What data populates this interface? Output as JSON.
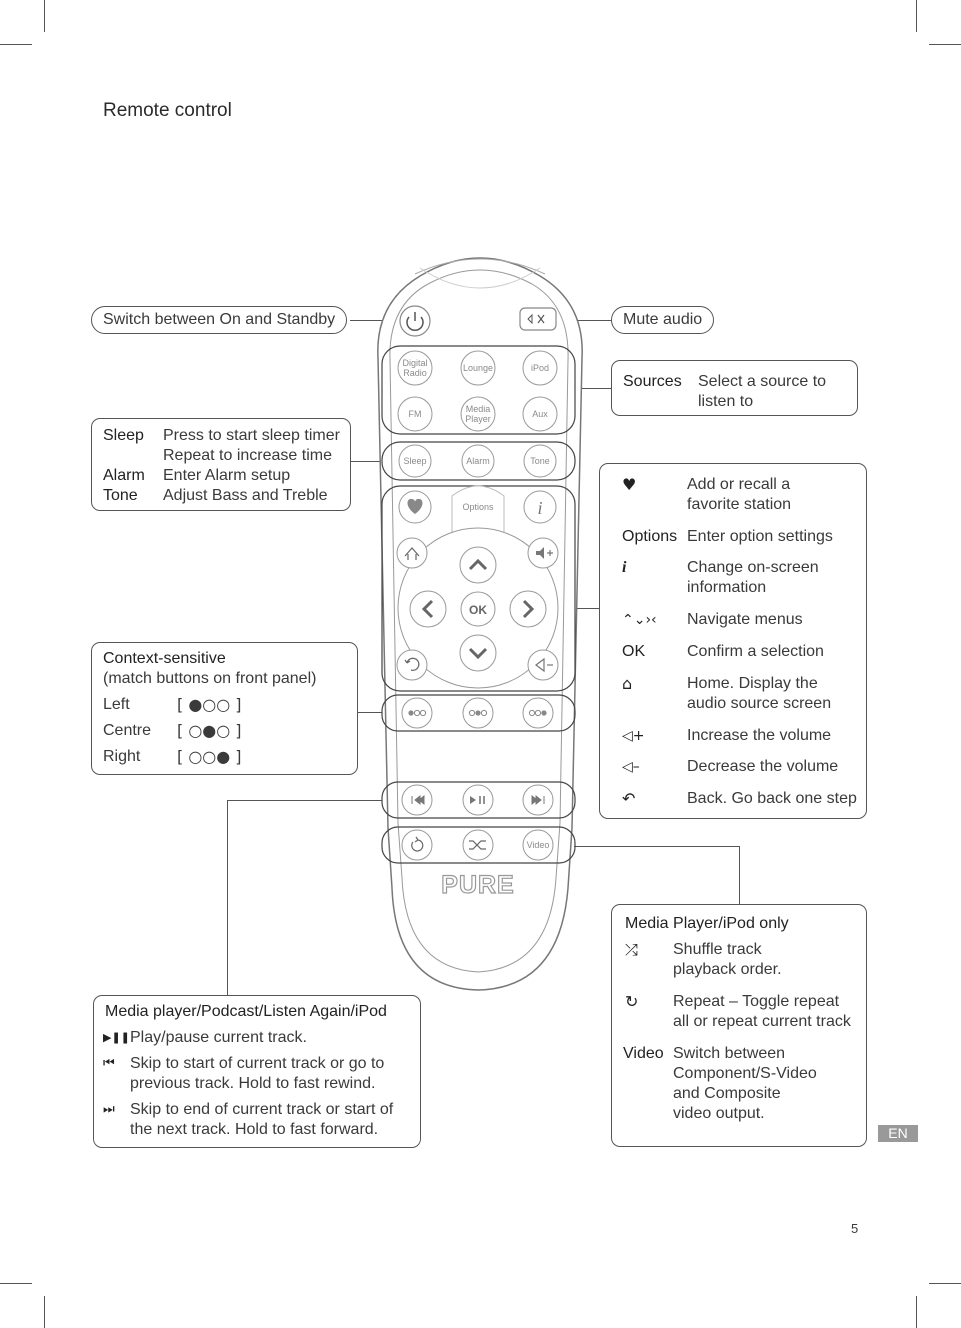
{
  "page": {
    "title": "Remote control",
    "page_number": "5",
    "language_tab": "EN"
  },
  "callouts": {
    "power": "Switch between On and Standby",
    "mute": "Mute audio",
    "sources": {
      "key": "Sources",
      "desc_1": "Select a source to",
      "desc_2": "listen to"
    },
    "sleep_alarm_tone": [
      {
        "key": "Sleep",
        "lines": [
          "Press to start sleep timer",
          "Repeat to increase time"
        ]
      },
      {
        "key": "Alarm",
        "lines": [
          "Enter Alarm setup"
        ]
      },
      {
        "key": "Tone",
        "lines": [
          "Adjust Bass and Treble"
        ]
      }
    ],
    "context": {
      "title": "Context-sensitive",
      "subtitle": "(match buttons on front panel)",
      "rows": [
        {
          "label": "Left",
          "dots": "[ ●○○ ]"
        },
        {
          "label": "Centre",
          "dots": "[ ○●○ ]"
        },
        {
          "label": "Right",
          "dots": "[ ○○● ]"
        }
      ]
    },
    "nav": [
      {
        "key": "♥",
        "icon": "heart-icon",
        "lines": [
          "Add or recall a",
          "favorite station"
        ]
      },
      {
        "key": "Options",
        "icon": "",
        "lines": [
          "Enter option settings"
        ]
      },
      {
        "key": "i",
        "icon": "info-icon",
        "lines": [
          "Change on-screen",
          "information"
        ]
      },
      {
        "key": "⌃⌄›‹",
        "icon": "arrow-keys-icon",
        "lines": [
          "Navigate menus"
        ]
      },
      {
        "key": "OK",
        "icon": "",
        "lines": [
          "Confirm a selection"
        ]
      },
      {
        "key": "⌂",
        "icon": "home-icon",
        "lines": [
          "Home. Display the",
          "audio source screen"
        ]
      },
      {
        "key": "◁+",
        "icon": "volume-up-icon",
        "lines": [
          "Increase the volume"
        ]
      },
      {
        "key": "◁–",
        "icon": "volume-down-icon",
        "lines": [
          "Decrease the volume"
        ]
      },
      {
        "key": "↶",
        "icon": "back-icon",
        "lines": [
          "Back. Go back one step"
        ]
      }
    ],
    "media_player_ipod": {
      "title": "Media Player/iPod only",
      "items": [
        {
          "key": "⤮",
          "icon": "shuffle-icon",
          "lines": [
            "Shuffle track",
            "playback order."
          ]
        },
        {
          "key": "↻",
          "icon": "repeat-icon",
          "lines": [
            "Repeat – Toggle repeat",
            "all or repeat current track"
          ]
        },
        {
          "key": "Video",
          "icon": "",
          "lines": [
            "Switch between",
            "Component/S-Video",
            "and Composite",
            "video output."
          ]
        }
      ]
    },
    "media_podcast": {
      "title": "Media player/Podcast/Listen Again/iPod",
      "items": [
        {
          "key": "▶❚❚",
          "icon": "play-pause-icon",
          "lines": [
            "Play/pause current track."
          ]
        },
        {
          "key": "⏮",
          "icon": "skip-back-icon",
          "lines": [
            "Skip to start of current track or go to",
            "previous track. Hold to fast rewind."
          ]
        },
        {
          "key": "⏭",
          "icon": "skip-forward-icon",
          "lines": [
            "Skip to end of current track or start of",
            "the next track. Hold to fast forward."
          ]
        }
      ]
    }
  },
  "remote": {
    "brand": "PURE",
    "buttons": {
      "digital_radio_1": "Digital",
      "digital_radio_2": "Radio",
      "lounge": "Lounge",
      "ipod": "iPod",
      "fm": "FM",
      "media_player_1": "Media",
      "media_player_2": "Player",
      "aux": "Aux",
      "sleep": "Sleep",
      "alarm": "Alarm",
      "tone": "Tone",
      "options": "Options",
      "ok": "OK",
      "video": "Video"
    }
  }
}
